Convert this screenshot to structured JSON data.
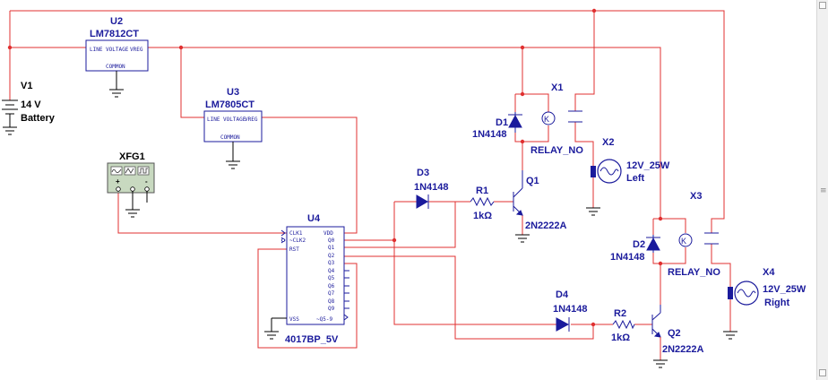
{
  "components": {
    "U2": {
      "ref": "U2",
      "value": "LM7812CT",
      "pins": {
        "in": "LINE VOLTAGE",
        "out": "VREG",
        "com": "COMMON"
      }
    },
    "U3": {
      "ref": "U3",
      "value": "LM7805CT",
      "pins": {
        "in": "LINE VOLTAGE",
        "out": "VREG",
        "com": "COMMON"
      }
    },
    "U4": {
      "ref": "U4",
      "value": "4017BP_5V",
      "pins": {
        "clk1": "CLK1",
        "clk2": "~CLK2",
        "rst": "RST",
        "vdd": "VDD",
        "q0": "Q0",
        "q1": "Q1",
        "q2": "Q2",
        "q3": "Q3",
        "q4": "Q4",
        "q5": "Q5",
        "q6": "Q6",
        "q7": "Q7",
        "q8": "Q8",
        "q9": "Q9",
        "vss": "VSS",
        "q59": "~Q5-9"
      }
    },
    "V1": {
      "ref": "V1",
      "value": "14 V",
      "type": "Battery"
    },
    "XFG1": {
      "ref": "XFG1",
      "terminals": [
        "+",
        "-"
      ]
    },
    "D1": {
      "ref": "D1",
      "value": "1N4148"
    },
    "D2": {
      "ref": "D2",
      "value": "1N4148"
    },
    "D3": {
      "ref": "D3",
      "value": "1N4148"
    },
    "D4": {
      "ref": "D4",
      "value": "1N4148"
    },
    "R1": {
      "ref": "R1",
      "value": "1kΩ"
    },
    "R2": {
      "ref": "R2",
      "value": "1kΩ"
    },
    "Q1": {
      "ref": "Q1",
      "value": "2N2222A"
    },
    "Q2": {
      "ref": "Q2",
      "value": "2N2222A"
    },
    "X1": {
      "ref": "X1",
      "value": "RELAY_NO"
    },
    "X3": {
      "ref": "X3",
      "value": "RELAY_NO"
    },
    "X2": {
      "ref": "X2",
      "value": "12V_25W",
      "side": "Left"
    },
    "X4": {
      "ref": "X4",
      "value": "12V_25W",
      "side": "Right"
    }
  },
  "colors": {
    "wire": "#e03030",
    "component": "#1b1b9c",
    "ground": "#000000",
    "generator_bg": "#c8d9c0"
  }
}
